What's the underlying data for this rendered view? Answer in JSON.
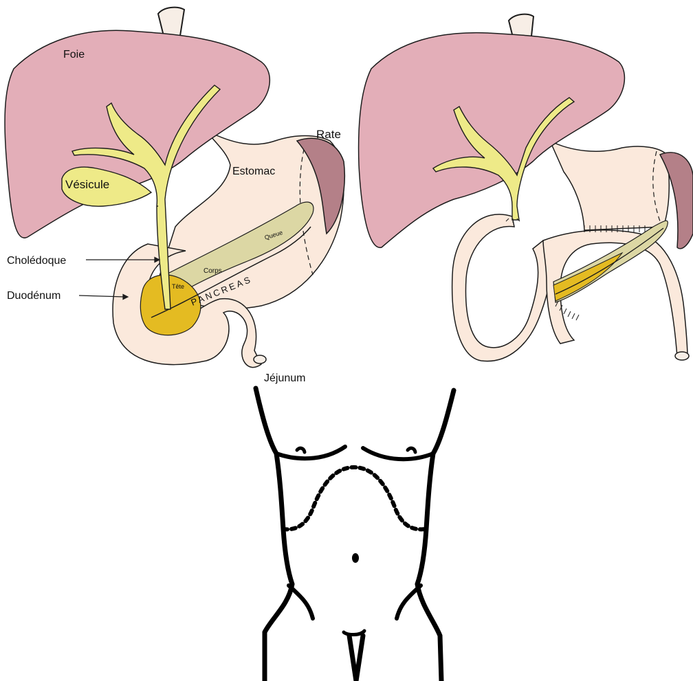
{
  "labels": {
    "foie": "Foie",
    "rate": "Rate",
    "estomac": "Estomac",
    "vesicule": "Vésicule",
    "choledoque": "Cholédoque",
    "duodenum": "Duodénum",
    "jejunum": "Jéjunum",
    "pancreas": "PANCREAS",
    "tete": "Tête",
    "corps": "Corps",
    "queue": "Queue"
  },
  "colors": {
    "liver": "#e3aeb8",
    "spleen": "#b48088",
    "stomach": "#fbe9dc",
    "bile": "#eeea88",
    "pancreas_body": "#dcd7a4",
    "pancreas_head": "#e4bb22",
    "outline": "#1c1c1c"
  }
}
